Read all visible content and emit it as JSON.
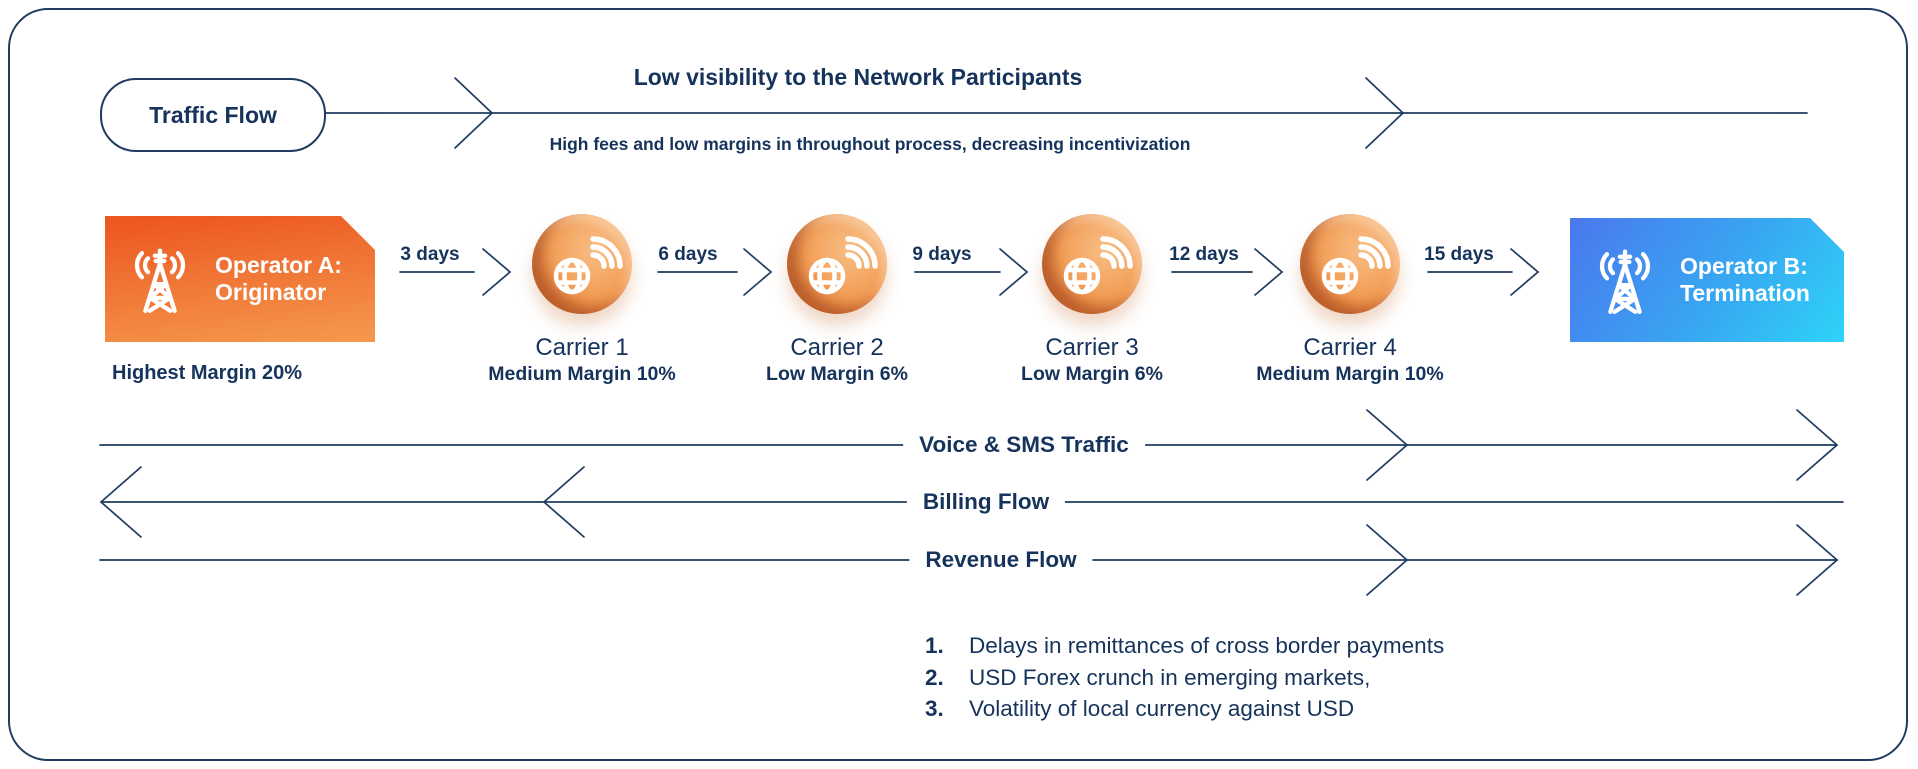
{
  "header": {
    "pill_label": "Traffic Flow",
    "title": "Low visibility to the Network Participants",
    "subtitle": "High fees and low margins in throughout process, decreasing incentivization"
  },
  "operator_a": {
    "title": "Operator A:",
    "subtitle": "Originator",
    "margin": "Highest Margin 20%"
  },
  "operator_b": {
    "title": "Operator B:",
    "subtitle": "Termination"
  },
  "carriers": [
    {
      "name": "Carrier 1",
      "margin": "Medium Margin 10%"
    },
    {
      "name": "Carrier 2",
      "margin": "Low Margin 6%"
    },
    {
      "name": "Carrier 3",
      "margin": "Low Margin 6%"
    },
    {
      "name": "Carrier 4",
      "margin": "Medium Margin 10%"
    }
  ],
  "delays": [
    "3 days",
    "6 days",
    "9 days",
    "12 days",
    "15 days"
  ],
  "flows": [
    {
      "label": "Voice & SMS Traffic",
      "direction": "right"
    },
    {
      "label": "Billing Flow",
      "direction": "left"
    },
    {
      "label": "Revenue Flow",
      "direction": "right"
    }
  ],
  "notes": [
    "Delays in remittances of cross border payments",
    "USD Forex crunch in emerging markets,",
    "Volatility of local currency against USD"
  ],
  "icons": {
    "operator_icon": "radio-tower-icon",
    "carrier_icon": "globe-signal-coin-icon"
  },
  "colors": {
    "navy_text": "#16335B",
    "line_stroke": "#1F3B5F",
    "operator_a_gradient": [
      "#EC541E",
      "#F5994D"
    ],
    "operator_b_gradient": [
      "#4A78ED",
      "#2ED3F7"
    ],
    "coin_face": [
      "#F8BE85",
      "#EC8136"
    ],
    "coin_rim": "#983F1C",
    "background": "#FFFFFF"
  }
}
